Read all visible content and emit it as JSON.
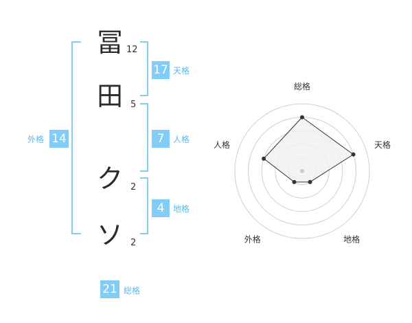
{
  "name_chars": [
    {
      "char": "冨",
      "strokes": "12"
    },
    {
      "char": "田",
      "strokes": "5"
    },
    {
      "char": "ク",
      "strokes": "2"
    },
    {
      "char": "ソ",
      "strokes": "2"
    }
  ],
  "fortunes": {
    "tenkaku": {
      "value": "17",
      "label": "天格"
    },
    "jinkaku": {
      "value": "7",
      "label": "人格"
    },
    "chikaku": {
      "value": "4",
      "label": "地格"
    },
    "gaikaku": {
      "value": "14",
      "label": "外格"
    },
    "soukaku": {
      "value": "21",
      "label": "総格"
    }
  },
  "radar": {
    "axes": [
      "総格",
      "天格",
      "地格",
      "外格",
      "人格"
    ],
    "values": [
      4,
      4,
      1,
      1,
      3
    ],
    "max": 5,
    "colors": {
      "line": "#333333",
      "fill": "#f0f0f0",
      "rings": "#d0d0d0"
    }
  }
}
